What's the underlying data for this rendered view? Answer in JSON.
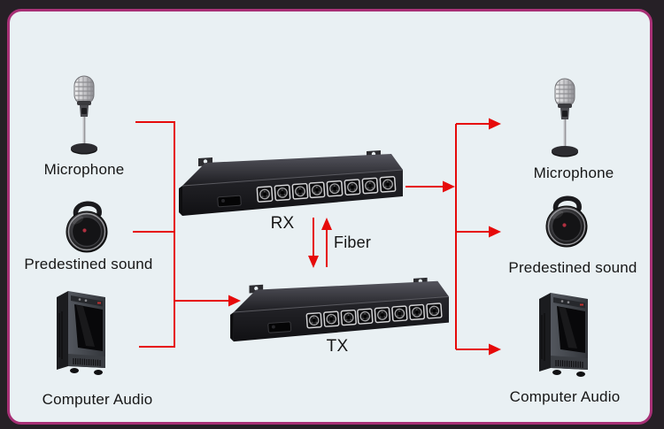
{
  "title": "Audio over fiber TX/RX connection diagram",
  "colors": {
    "frame_background": "#262026",
    "panel_background": "#e9f0f3",
    "panel_border": "#a83076",
    "wire_red": "#e60a0a",
    "label_text": "#161616"
  },
  "left": {
    "items": [
      {
        "label": "Microphone",
        "icon": "microphone-icon"
      },
      {
        "label": "Predestined sound",
        "icon": "speaker-icon"
      },
      {
        "label": "Computer Audio",
        "icon": "computer-icon"
      }
    ]
  },
  "right": {
    "items": [
      {
        "label": "Microphone",
        "icon": "microphone-icon"
      },
      {
        "label": "Predestined sound",
        "icon": "speaker-icon"
      },
      {
        "label": "Computer Audio",
        "icon": "computer-icon"
      }
    ]
  },
  "center": {
    "rx_label": "RX",
    "tx_label": "TX",
    "fiber_label": "Fiber",
    "rx_device": "8-channel XLR fiber receiver rack unit",
    "tx_device": "8-channel XLR fiber transmitter rack unit"
  }
}
